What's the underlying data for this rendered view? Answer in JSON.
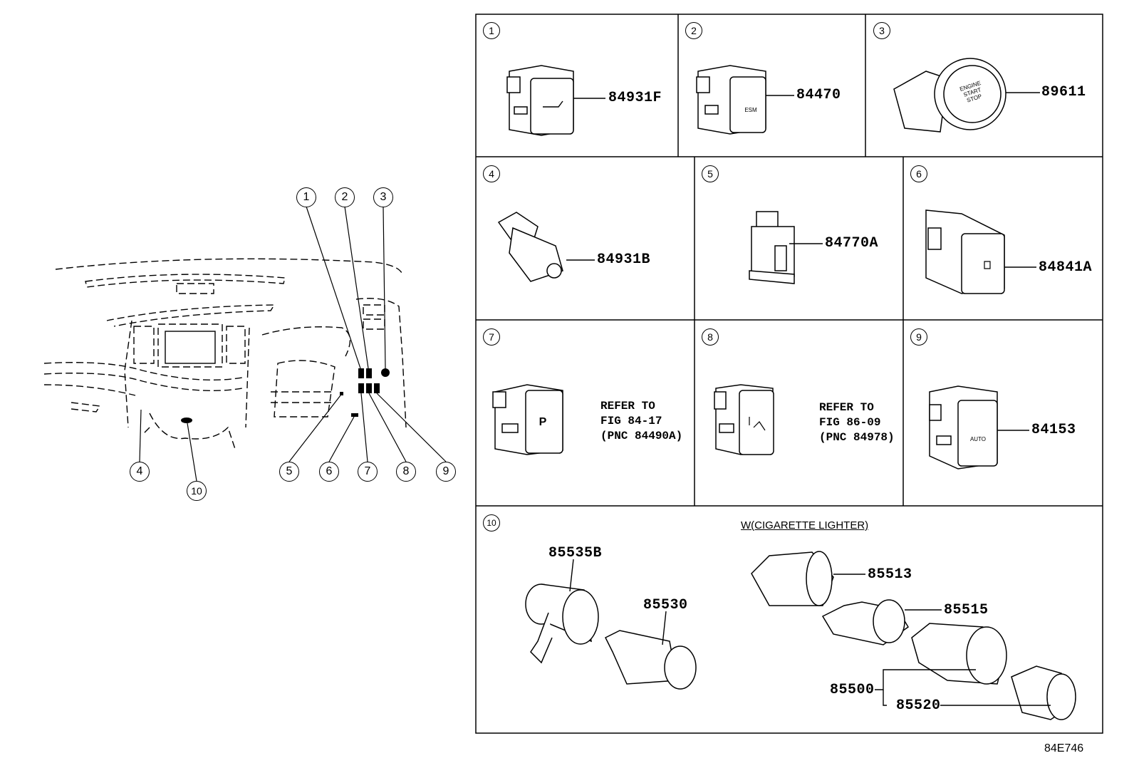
{
  "figure": {
    "code": "84E746",
    "title": "Switch & Relay & Computer — Instrument panel switches"
  },
  "overview": {
    "callouts": [
      "1",
      "2",
      "3",
      "4",
      "5",
      "6",
      "7",
      "8",
      "9",
      "10"
    ]
  },
  "cells": [
    {
      "no": "1",
      "part_number": "84931F",
      "icon": "trunk-opener-icon"
    },
    {
      "no": "2",
      "part_number": "84470",
      "icon": "esm-door-icon",
      "icon_text": "ESM"
    },
    {
      "no": "3",
      "part_number": "89611",
      "icon": "engine-start-stop-icon",
      "icon_text": [
        "ENGINE",
        "START",
        "STOP"
      ]
    },
    {
      "no": "4",
      "part_number": "84931B",
      "icon": "trunk-release-icon"
    },
    {
      "no": "5",
      "part_number": "84770A",
      "icon": "connector-switch-icon"
    },
    {
      "no": "6",
      "part_number": "84841A",
      "icon": "fuel-door-icon"
    },
    {
      "no": "7",
      "reference": [
        "REFER TO",
        "FIG 84-17",
        "(PNC 84490A)"
      ],
      "icon": "parking-assist-icon",
      "icon_text": "P"
    },
    {
      "no": "8",
      "reference": [
        "REFER TO",
        "FIG 86-09",
        "(PNC 84978)"
      ],
      "icon": "seat-heater-icon"
    },
    {
      "no": "9",
      "part_number": "84153",
      "icon": "auto-headlamp-icon",
      "icon_text": "AUTO"
    },
    {
      "no": "10",
      "caption": "W(CIGARETTE LIGHTER)",
      "parts": [
        "85535B",
        "85530",
        "85513",
        "85515",
        "85500",
        "85520"
      ]
    }
  ]
}
